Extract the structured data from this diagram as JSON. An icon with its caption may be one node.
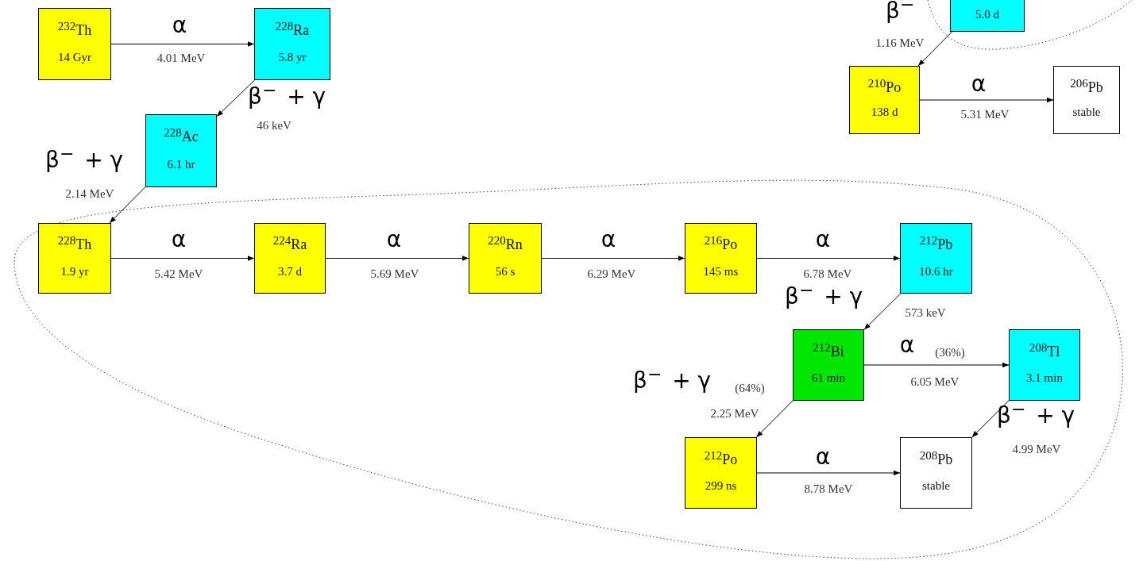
{
  "diagram": {
    "nodes": [
      {
        "text": [
          "$^{232}$Th",
          "14 Gyr"
        ]
      },
      {
        "text": [
          "$^{228}$Ra",
          "5.8 yr"
        ]
      },
      {
        "text": [
          "$^{228}$Ac",
          "6.1 hr"
        ]
      },
      {
        "text": [
          "5.0 d"
        ]
      },
      {
        "text": [
          "$^{210}$Po",
          "138 d"
        ]
      },
      {
        "text": [
          "$^{206}$Pb",
          "stable"
        ]
      },
      {
        "text": [
          "$^{228}$Th",
          "1.9 yr"
        ]
      },
      {
        "text": [
          "$^{224}$Ra",
          "3.7 d"
        ]
      },
      {
        "text": [
          "$^{220}$Rn",
          "56 s"
        ]
      },
      {
        "text": [
          "$^{216}$Po",
          "145 ms"
        ]
      },
      {
        "text": [
          "$^{212}$Pb",
          "10.6 hr"
        ]
      },
      {
        "text": [
          "$^{212}$Bi",
          "61 min"
        ]
      },
      {
        "text": [
          "$^{208}$Tl",
          "3.1 min"
        ]
      },
      {
        "text": [
          "$^{212}$Po",
          "299 ns"
        ]
      },
      {
        "text": [
          "$^{208}$Pb",
          "stable"
        ]
      }
    ],
    "edges": [
      {
        "from": 0,
        "to": 1,
        "arrow": "to",
        "label": "α"
      },
      {
        "from": 1,
        "to": 2,
        "arrow": "to",
        "label": "β$^{−}$ + γ"
      },
      {
        "from": 2,
        "to": 6,
        "arrow": "to",
        "label": "β$^{−}$ + γ"
      },
      {
        "from": 3,
        "to": 4,
        "arrow": "to",
        "label": "β$^{−}$"
      },
      {
        "from": 4,
        "to": 5,
        "arrow": "to",
        "label": "α"
      },
      {
        "from": 6,
        "to": 7,
        "arrow": "to",
        "label": "α"
      },
      {
        "from": 7,
        "to": 8,
        "arrow": "to",
        "label": "α"
      },
      {
        "from": 8,
        "to": 9,
        "arrow": "to",
        "label": "α"
      },
      {
        "from": 9,
        "to": 10,
        "arrow": "to",
        "label": "α"
      },
      {
        "from": 10,
        "to": 11,
        "arrow": "to",
        "label": "β$^{−}$ + γ"
      },
      {
        "from": 11,
        "to": 12,
        "arrow": "to",
        "label": "α"
      },
      {
        "from": 11,
        "to": 13,
        "arrow": "to",
        "label": "β$^{−}$ + γ"
      },
      {
        "from": 12,
        "to": 14,
        "arrow": "to",
        "label": "β$^{−}$ + γ"
      },
      {
        "from": 13,
        "to": 14,
        "arrow": "to",
        "label": "α"
      }
    ],
    "labels": [
      "4.01 MeV",
      "1.16 MeV",
      "5.31 MeV",
      "46 keV",
      "2.14 MeV",
      "5.42 MeV",
      "5.69 MeV",
      "6.29 MeV",
      "6.78 MeV",
      "573 keV",
      "(36%)",
      "6.05 MeV",
      "(64%)",
      "2.25 MeV",
      "4.99 MeV",
      "8.78 MeV"
    ]
  }
}
